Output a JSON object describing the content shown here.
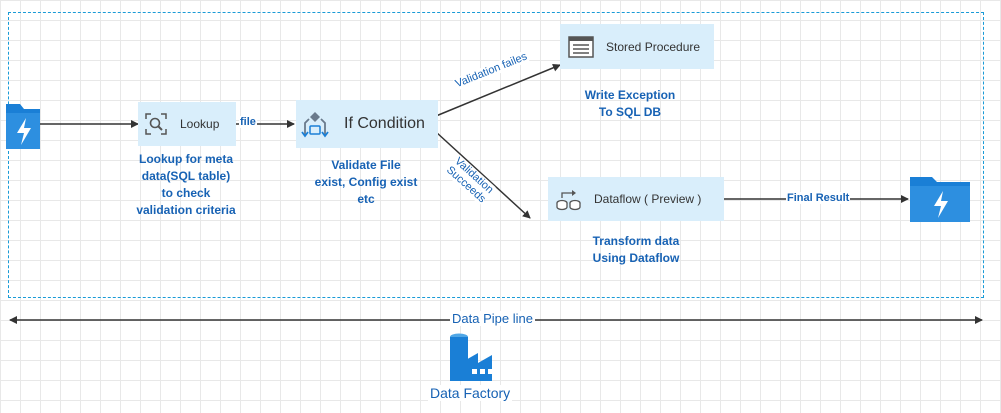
{
  "nodes": {
    "lookup": {
      "label": "Lookup",
      "desc": [
        "Lookup for meta",
        "data(SQL table)",
        "to check",
        "validation criteria"
      ]
    },
    "if_condition": {
      "label": "If Condition",
      "desc": [
        "Validate File",
        "exist, Config exist",
        "etc"
      ]
    },
    "stored_procedure": {
      "label": "Stored Procedure",
      "desc": [
        "Write Exception",
        "To SQL DB"
      ]
    },
    "dataflow": {
      "label": "Dataflow ( Preview )",
      "desc": [
        "Transform data",
        "Using Dataflow"
      ]
    }
  },
  "edges": {
    "file": "file",
    "validation_fails": "Validation failes",
    "validation_succeeds": [
      "Validation",
      "Succeeds"
    ],
    "final_result": "Final Result"
  },
  "bottom": {
    "pipeline_label": "Data Pipe line",
    "factory_label": "Data Factory"
  },
  "colors": {
    "accent": "#1762b4",
    "node_fill": "#d9eefb",
    "boundary": "#1a9bd7",
    "folder": "#1a7fd6"
  },
  "icons": {
    "source": "folder-lightning-icon",
    "destination": "folder-lightning-icon",
    "lookup": "magnifier-icon",
    "if_condition": "branch-icon",
    "stored_procedure": "list-icon",
    "dataflow": "dataflow-icon",
    "factory": "factory-icon"
  }
}
